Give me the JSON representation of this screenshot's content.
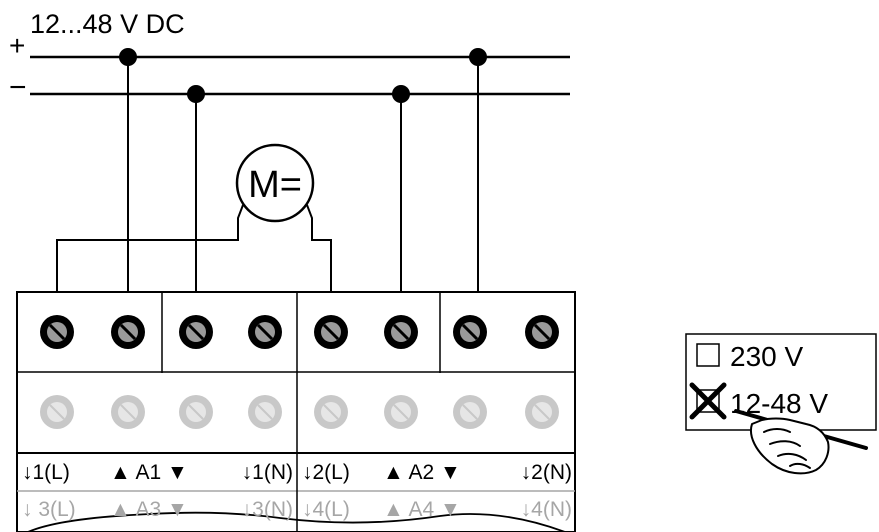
{
  "supply": {
    "voltage_label": "12...48 V DC",
    "plus_sign": "+",
    "minus_sign": "−"
  },
  "motor": {
    "label": "M="
  },
  "terminal_block": {
    "active_row": [
      "↓1(L)",
      "▲ A1 ▼",
      "↓1(N)",
      "↓2(L)",
      "▲ A2 ▼",
      "↓2(N)"
    ],
    "inactive_row": [
      "↓ 3(L)",
      "▲ A3 ▼",
      "↓3(N)",
      "↓4(L)",
      "▲ A4 ▼",
      "↓4(N)"
    ]
  },
  "voltage_selection": {
    "options": [
      {
        "label": "230 V",
        "checked": false
      },
      {
        "label": "12-48 V",
        "checked": true
      }
    ]
  }
}
